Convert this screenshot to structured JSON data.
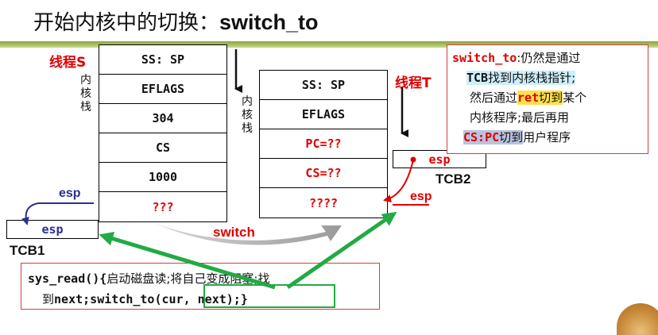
{
  "title": {
    "prefix": "开始内核中的切换：",
    "code": "switch_to"
  },
  "thread_s": {
    "label": "线程S",
    "stack_label": [
      "内",
      "核",
      "栈"
    ],
    "cells": [
      "SS: SP",
      "EFLAGS",
      "304",
      "CS",
      "1000",
      "???"
    ]
  },
  "thread_t": {
    "label": "线程T",
    "stack_label": [
      "内",
      "核",
      "栈"
    ],
    "cells": [
      "SS: SP",
      "EFLAGS",
      "PC=??",
      "CS=??",
      "????"
    ]
  },
  "tcb1": {
    "name": "TCB1",
    "field": "esp",
    "esp_label": "esp"
  },
  "tcb2": {
    "name": "TCB2",
    "field": "esp",
    "esp_label": "esp"
  },
  "switch_label": "switch",
  "note": {
    "line1_code": "switch_to",
    "line1_text": ":仍然是通过",
    "line2_code": "TCB",
    "line2_text": "找到内核栈指针;",
    "line3_a": "然后通过",
    "line3_code": "ret",
    "line3_b": "切到",
    "line3_c": "某个",
    "line4": "内核程序;最后再用",
    "line5_code": "CS:PC",
    "line5_a": "切到",
    "line5_b": "用户程序"
  },
  "code_box": {
    "line1_a": "sys_read(){",
    "line1_b": "启动磁盘读;将自己变成阻塞;找",
    "line2_a": "到",
    "line2_b": "next;switch_to(cur, next);}"
  },
  "colors": {
    "red": "#e00000",
    "blue": "#2b2f8f",
    "green": "#22aa44",
    "title_bar": "#8aa33a"
  }
}
